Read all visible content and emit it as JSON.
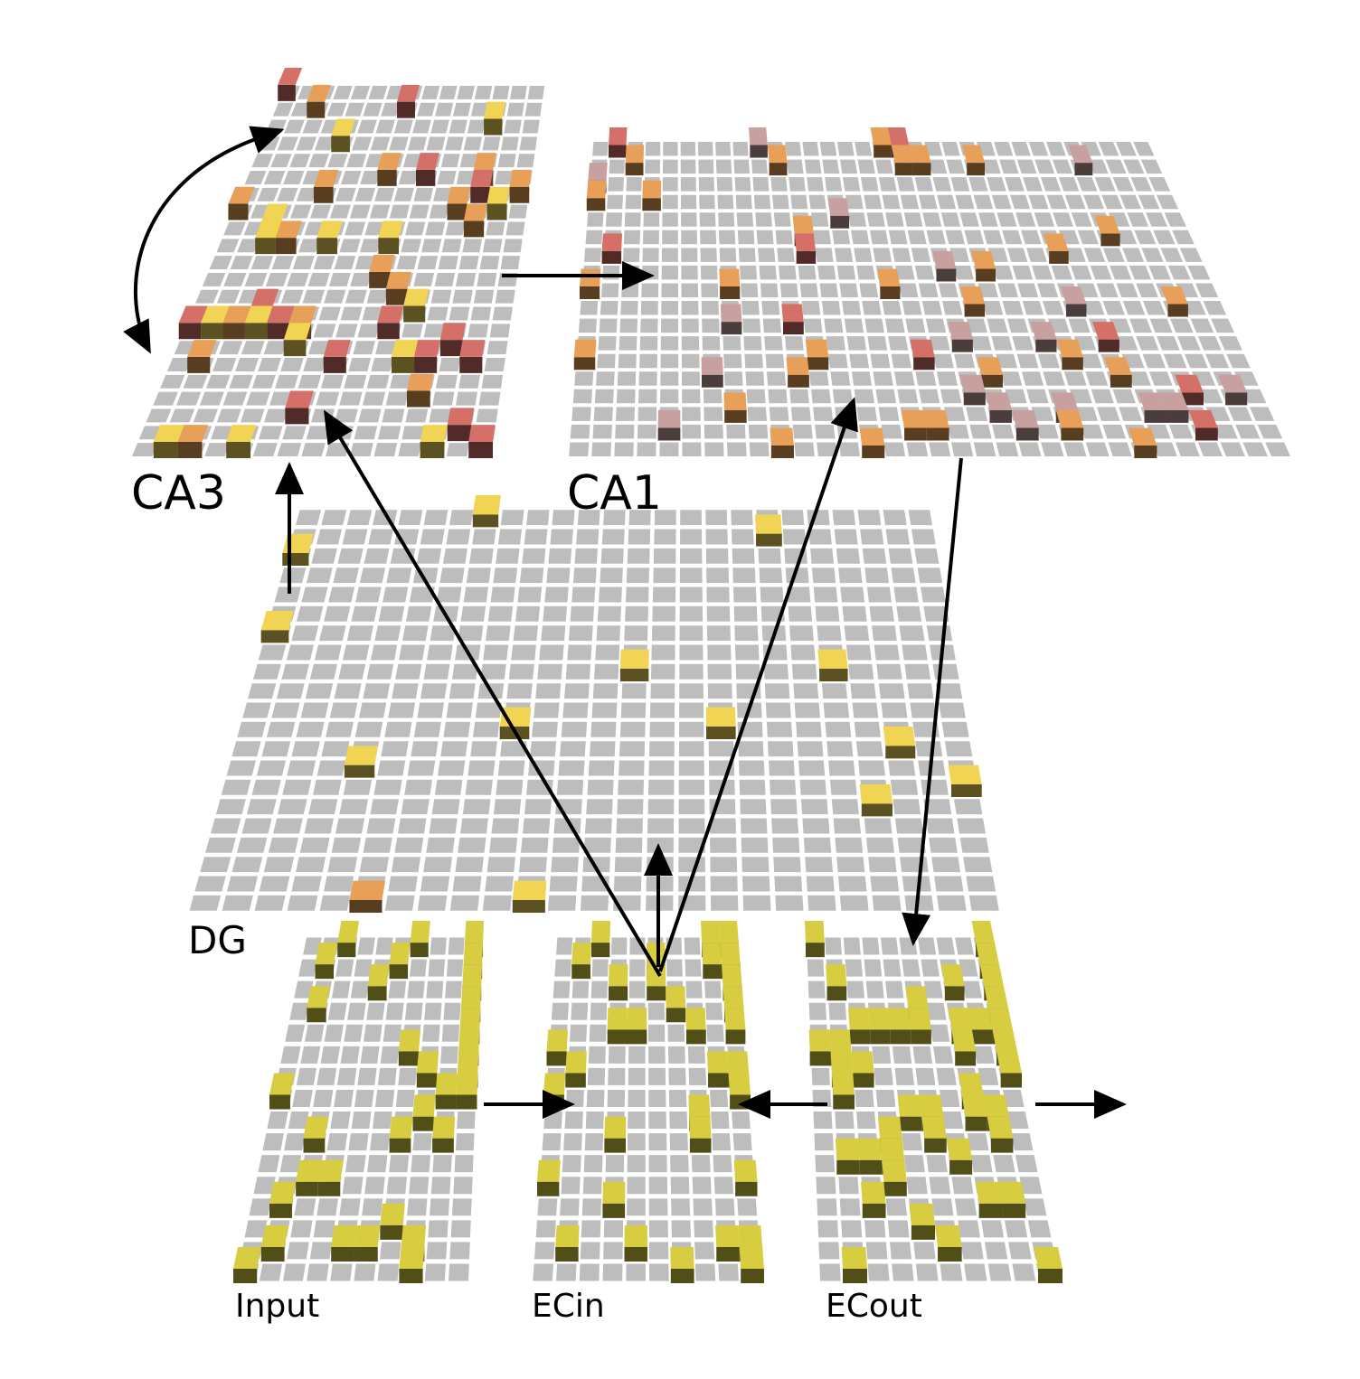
{
  "labels": {
    "ca3": "CA3",
    "ca1": "CA1",
    "dg": "DG",
    "input": "Input",
    "ecin": "ECin",
    "ecout": "ECout"
  },
  "colors": {
    "grid": "#bdbdbd",
    "grid_line": "#ffffff",
    "active_yellow": "#f2d455",
    "active_orange": "#e8a058",
    "active_red": "#d47068",
    "active_pink": "#c8a0a0",
    "ec_active": "#d8cc40",
    "arrow": "#000000"
  },
  "layers": [
    {
      "id": "ca3",
      "rows": 22,
      "cols": 15
    },
    {
      "id": "ca1",
      "rows": 18,
      "cols": 32
    },
    {
      "id": "dg",
      "rows": 21,
      "cols": 25
    },
    {
      "id": "input",
      "rows": 16,
      "cols": 10
    },
    {
      "id": "ecin",
      "rows": 16,
      "cols": 10
    },
    {
      "id": "ecout",
      "rows": 16,
      "cols": 10
    }
  ]
}
